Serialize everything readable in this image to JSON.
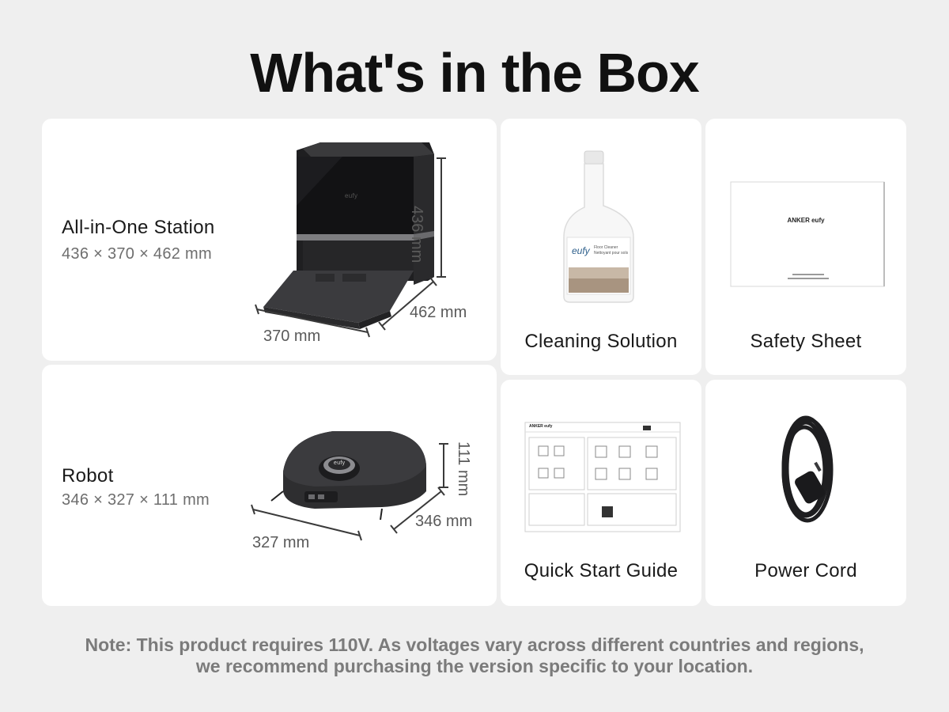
{
  "title": "What's in the Box",
  "items": {
    "station": {
      "name": "All-in-One Station",
      "dims": "436 × 370 × 462 mm",
      "height_label": "436 mm",
      "width_label": "370 mm",
      "depth_label": "462 mm",
      "brand": "eufy"
    },
    "robot": {
      "name": "Robot",
      "dims": "346 × 327 × 111 mm",
      "height_label": "111 mm",
      "width_label": "327 mm",
      "depth_label": "346 mm",
      "brand": "eufy"
    },
    "solution": {
      "name": "Cleaning Solution",
      "brand": "eufy",
      "label_line1": "Floor Cleaner",
      "label_line2": "Nettoyant pour sols"
    },
    "safety": {
      "name": "Safety Sheet",
      "brand": "ANKER eufy"
    },
    "guide": {
      "name": "Quick Start Guide",
      "brand": "ANKER eufy"
    },
    "cord": {
      "name": "Power Cord"
    }
  },
  "note_line1": "Note: This product requires 110V. As voltages vary across different countries and regions,",
  "note_line2": "we recommend purchasing the version specific to your location.",
  "colors": {
    "background": "#efefef",
    "card": "#ffffff",
    "device": "#2b2b2d",
    "text_primary": "#1a1a1a",
    "text_muted": "#7b7b7b"
  }
}
